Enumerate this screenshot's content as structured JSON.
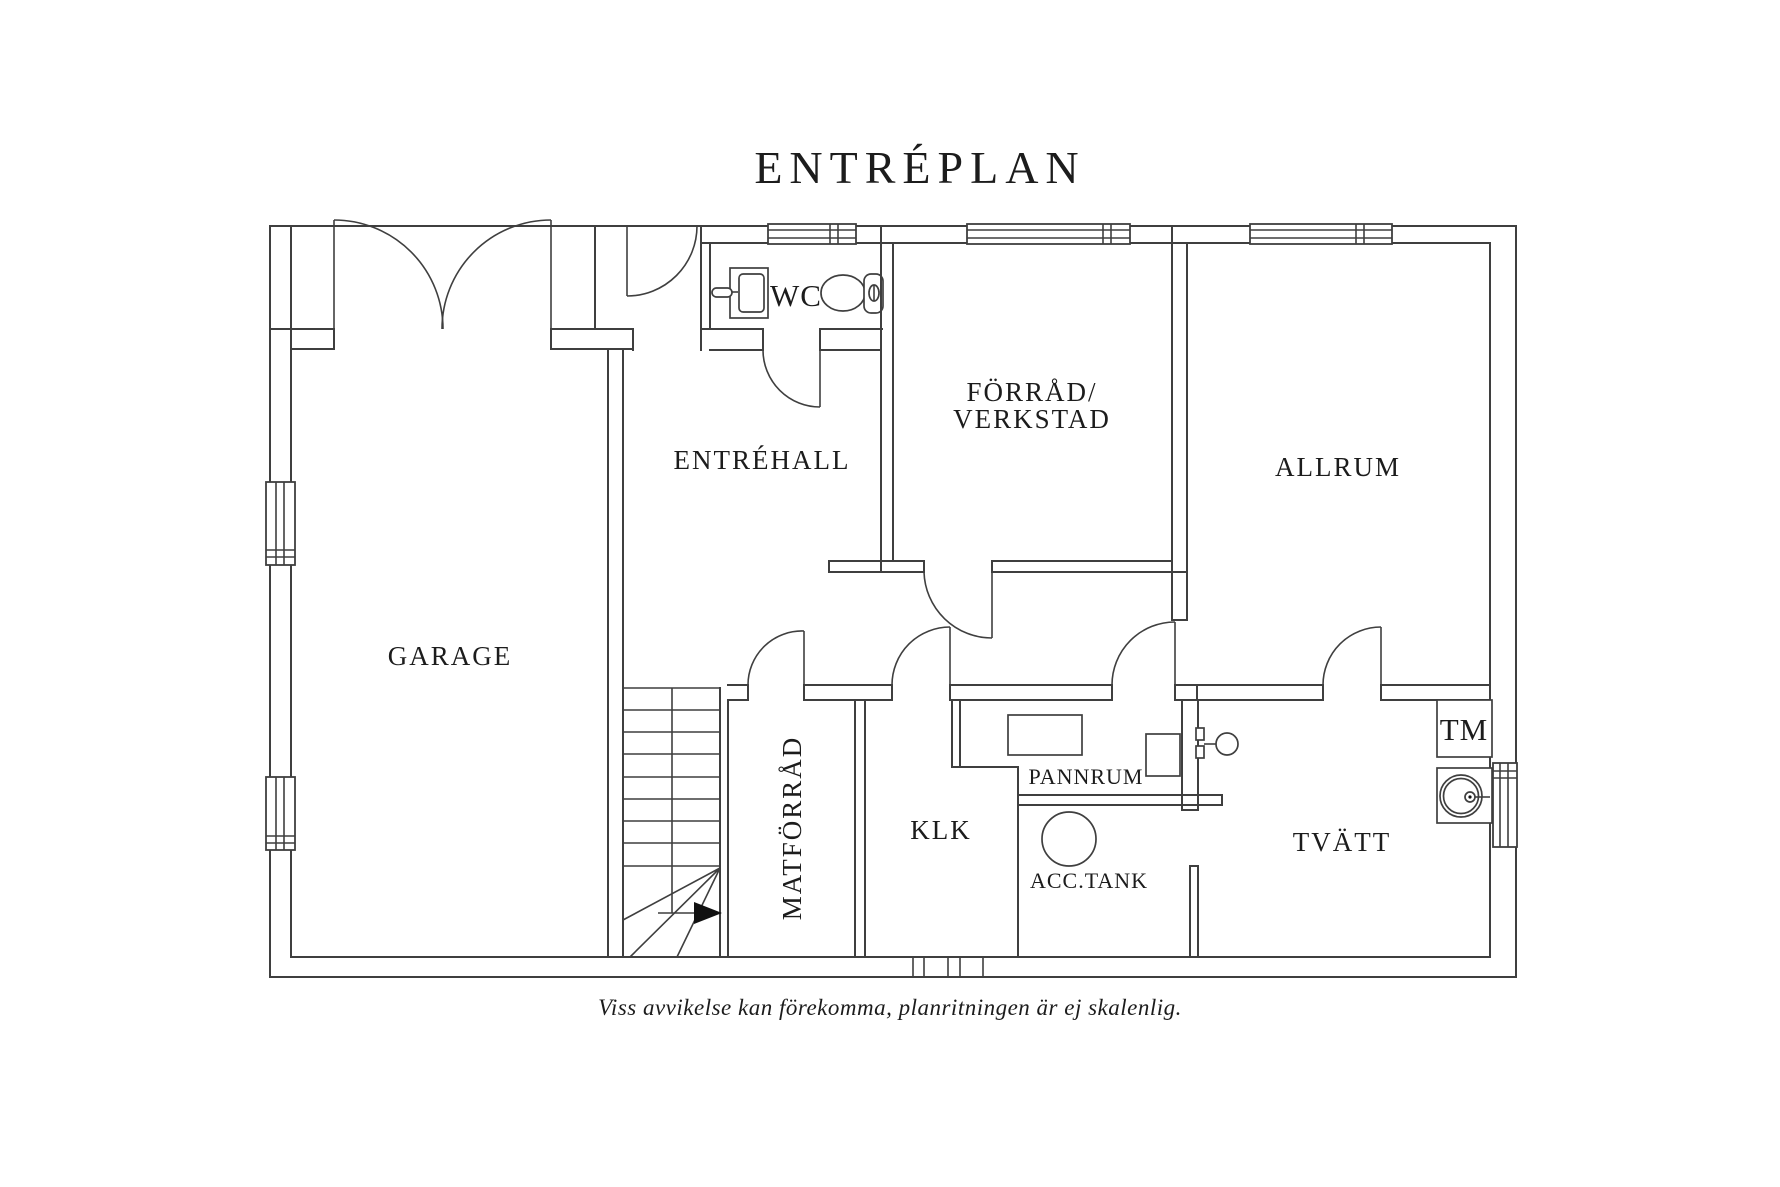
{
  "title": "ENTRÉPLAN",
  "caption": "Viss avvikelse kan förekomma, planritningen är ej skalenlig.",
  "rooms": {
    "garage": "GARAGE",
    "entrehall": "ENTRÉHALL",
    "wc": "WC",
    "forrad_line1": "FÖRRÅD/",
    "forrad_line2": "VERKSTAD",
    "allrum": "ALLRUM",
    "matforrad": "MATFÖRRÅD",
    "klk": "KLK",
    "pannrum": "PANNRUM",
    "acctank": "ACC.TANK",
    "tvatt": "TVÄTT",
    "tm": "TM"
  },
  "colors": {
    "line": "#3f3f3f",
    "text": "#1c1c1c",
    "background": "#ffffff"
  }
}
